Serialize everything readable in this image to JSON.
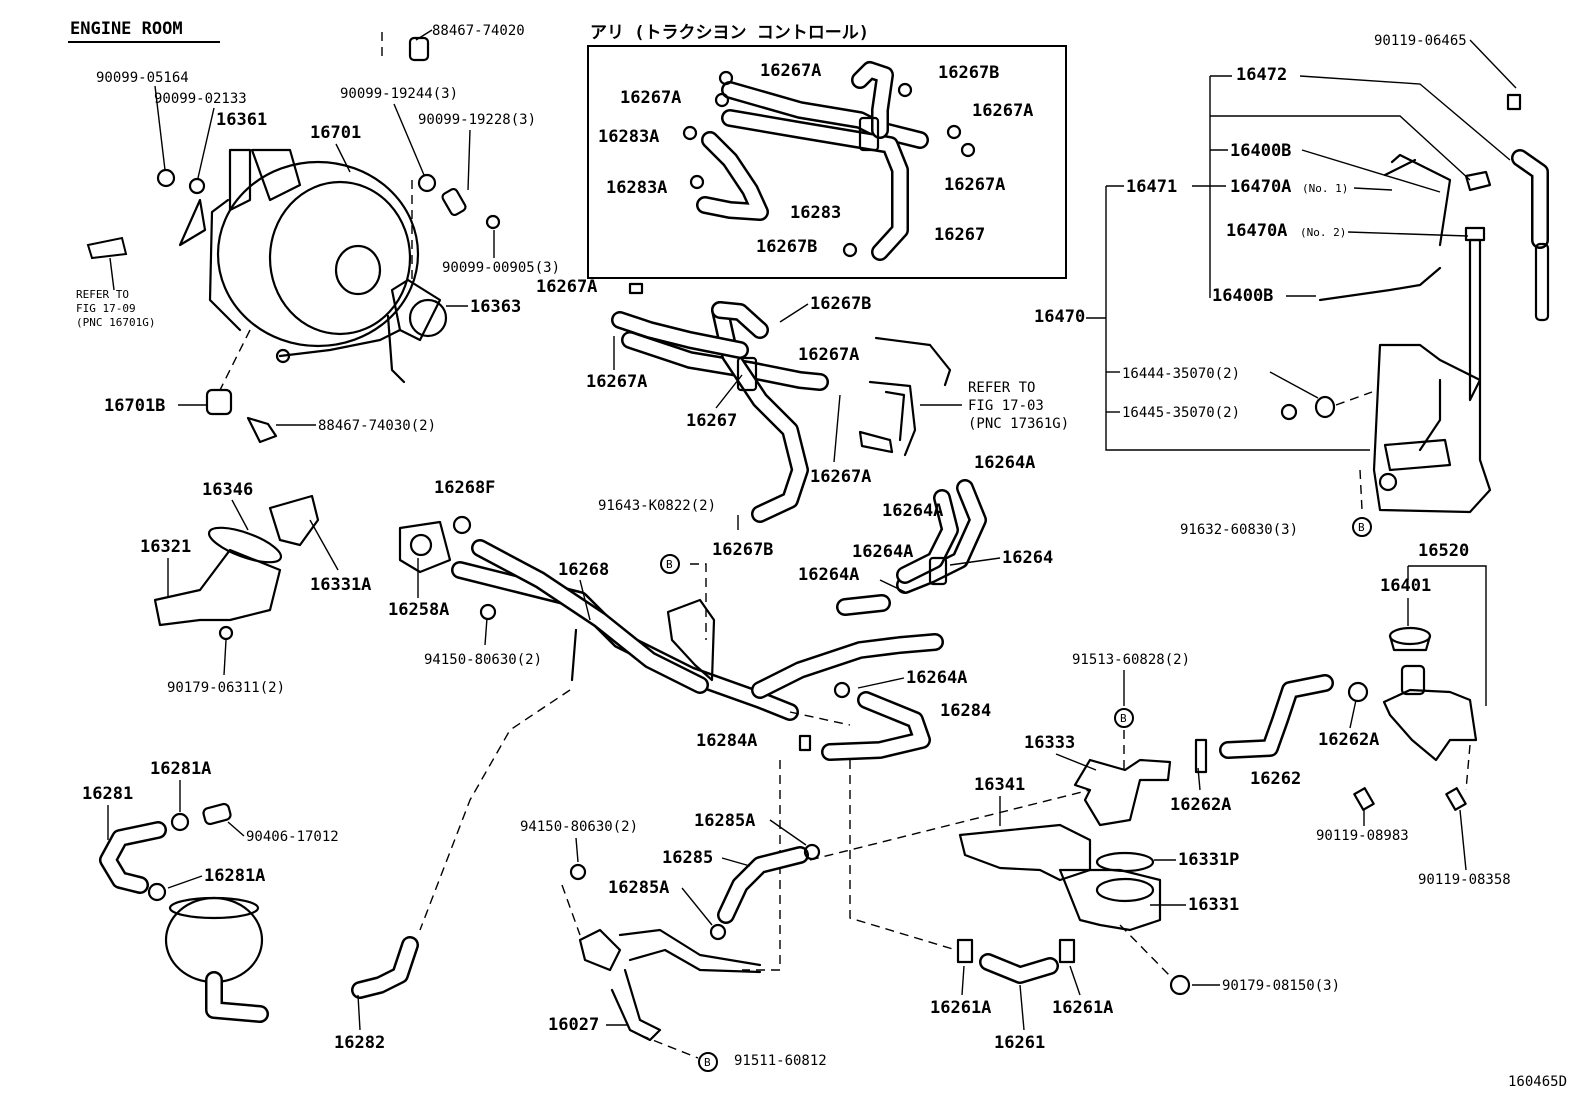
{
  "header": {
    "engine_room": "ENGINE ROOM",
    "traction_title": "アリ (トラクシヨン コントロール)",
    "figure_code": "160465D"
  },
  "refs": {
    "fig_17_09": [
      "REFER TO",
      "FIG 17-09",
      "(PNC 16701G)"
    ],
    "fig_17_03": [
      "REFER TO",
      "FIG 17-03",
      "(PNC 17361G)"
    ]
  },
  "labels": {
    "p88467_74020": "88467-74020",
    "p90099_05164": "90099-05164",
    "p90099_02133": "90099-02133",
    "p16361": "16361",
    "p16701": "16701",
    "p90099_19244": "90099-19244(3)",
    "p90099_19228": "90099-19228(3)",
    "p90099_00905": "90099-00905(3)",
    "p16363": "16363",
    "p16701B": "16701B",
    "p88467_74030": "88467-74030(2)",
    "box_16267A_1": "16267A",
    "box_16267B_1": "16267B",
    "box_16267A_2": "16267A",
    "box_16267A_3": "16267A",
    "box_16283A_1": "16283A",
    "box_16267A_4": "16267A",
    "box_16283A_2": "16283A",
    "box_16283": "16283",
    "box_16267B_2": "16267B",
    "box_16267": "16267",
    "p16267A_a": "16267A",
    "p16267B_a": "16267B",
    "p16267A_b": "16267A",
    "p16267A_c": "16267A",
    "p16267": "16267",
    "p16267A_d": "16267A",
    "p16264A_a": "16264A",
    "p16264A_b": "16264A",
    "p16264": "16264",
    "p16264A_c": "16264A",
    "p16264A_d": "16264A",
    "p16264A_e": "16264A",
    "p91643": "91643-K0822(2)",
    "p16267B_b": "16267B",
    "p16346": "16346",
    "p16321": "16321",
    "p16331A": "16331A",
    "p16268F": "16268F",
    "p16258A": "16258A",
    "p16268": "16268",
    "p94150_a": "94150-80630(2)",
    "p90179_06311": "90179-06311(2)",
    "p16284": "16284",
    "p16284A": "16284A",
    "p16281A_a": "16281A",
    "p16281": "16281",
    "p90406": "90406-17012",
    "p16281A_b": "16281A",
    "p94150_b": "94150-80630(2)",
    "p16285A_a": "16285A",
    "p16285": "16285",
    "p16285A_b": "16285A",
    "p16027": "16027",
    "p91511": "91511-60812",
    "p16282": "16282",
    "p91513": "91513-60828(2)",
    "p16333": "16333",
    "p16341": "16341",
    "p16262A_a": "16262A",
    "p16262": "16262",
    "p16331P": "16331P",
    "p16331": "16331",
    "p90179_08150": "90179-08150(3)",
    "p16261A_a": "16261A",
    "p16261A_b": "16261A",
    "p16261": "16261",
    "p90119_06465": "90119-06465",
    "p16472": "16472",
    "p16400B_a": "16400B",
    "p16471": "16471",
    "p16470A_1": "16470A",
    "p16470A_1n": "(No. 1)",
    "p16470A_2": "16470A",
    "p16470A_2n": "(No. 2)",
    "p16400B_b": "16400B",
    "p16470": "16470",
    "p16444": "16444-35070(2)",
    "p16445": "16445-35070(2)",
    "p91632": "91632-60830(3)",
    "p16520": "16520",
    "p16401": "16401",
    "p16262A_b": "16262A",
    "p90119_08983": "90119-08983",
    "p90119_08358": "90119-08358"
  },
  "markers": {
    "b": "B"
  }
}
